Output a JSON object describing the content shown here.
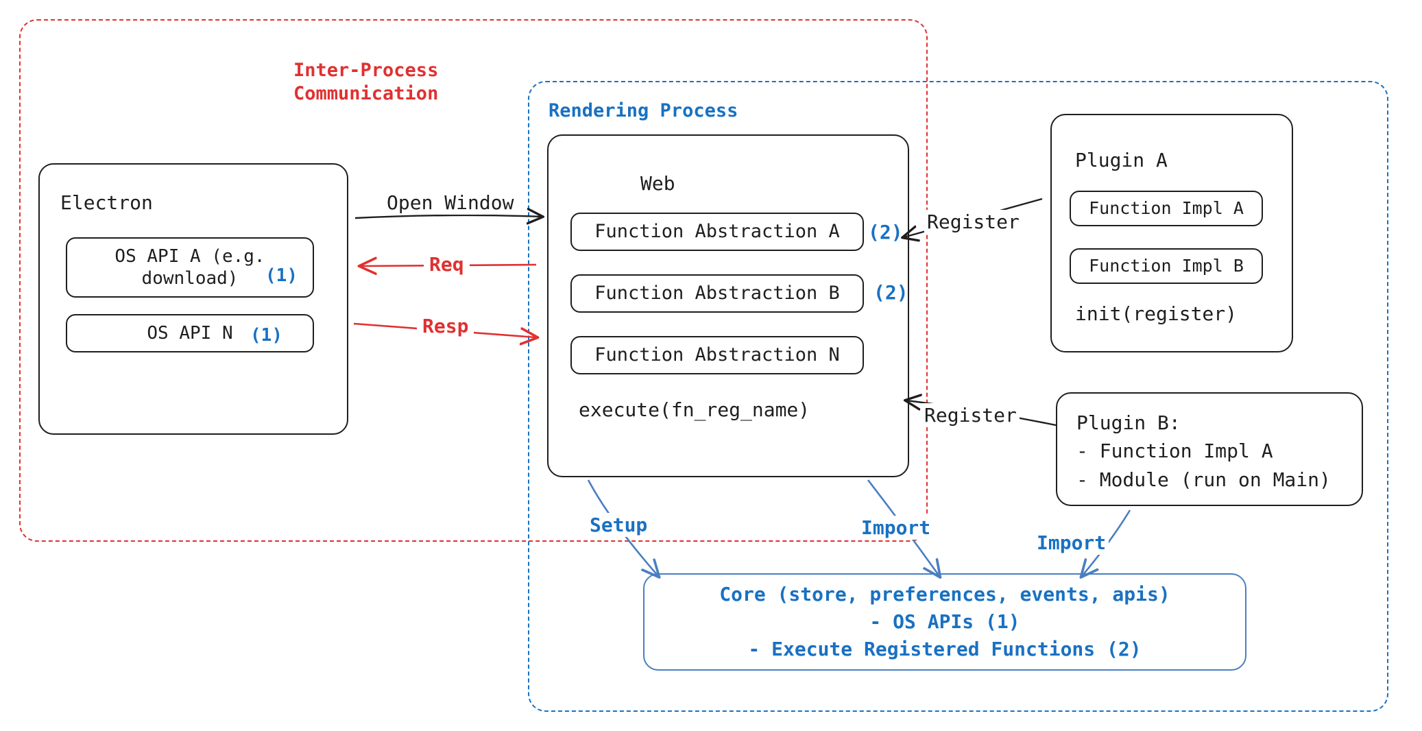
{
  "diagram": {
    "title": "Electron plugin architecture diagram",
    "colors": {
      "ipc_red": "#e03131",
      "process_blue": "#1971c2",
      "core_blue": "#4a7fc1",
      "ink": "#1e1e1e",
      "background": "#ffffff"
    }
  },
  "regions": {
    "ipc": {
      "label": "Inter-Process\nCommunication",
      "style": "dashed",
      "color": "#e03131"
    },
    "rendering": {
      "label": "Rendering Process",
      "style": "dashed",
      "color": "#1971c2"
    }
  },
  "nodes": {
    "electron": {
      "title": "Electron",
      "items": [
        {
          "label": "OS API A (e.g.\ndownload)",
          "tag": "(1)"
        },
        {
          "label": "OS API N",
          "tag": "(1)"
        }
      ]
    },
    "web": {
      "title": "Web",
      "items": [
        {
          "label": "Function Abstraction A",
          "tag": "(2)"
        },
        {
          "label": "Function Abstraction B",
          "tag": "(2)"
        },
        {
          "label": "Function Abstraction N",
          "tag": ""
        }
      ],
      "footer": "execute(fn_reg_name)"
    },
    "plugin_a": {
      "title": "Plugin A",
      "items": [
        {
          "label": "Function Impl A"
        },
        {
          "label": "Function Impl B"
        }
      ],
      "footer": "init(register)"
    },
    "plugin_b": {
      "lines": "Plugin B:\n- Function Impl A\n- Module (run on Main)"
    },
    "core": {
      "line1": "Core (store, preferences, events, apis)",
      "line2": "- OS APIs (1)",
      "line3": "- Execute Registered Functions (2)"
    }
  },
  "edges": {
    "open_window": "Open Window",
    "req": "Req",
    "resp": "Resp",
    "register_top": "Register",
    "register_bottom": "Register",
    "setup": "Setup",
    "import_web": "Import",
    "import_plugin_b": "Import"
  }
}
